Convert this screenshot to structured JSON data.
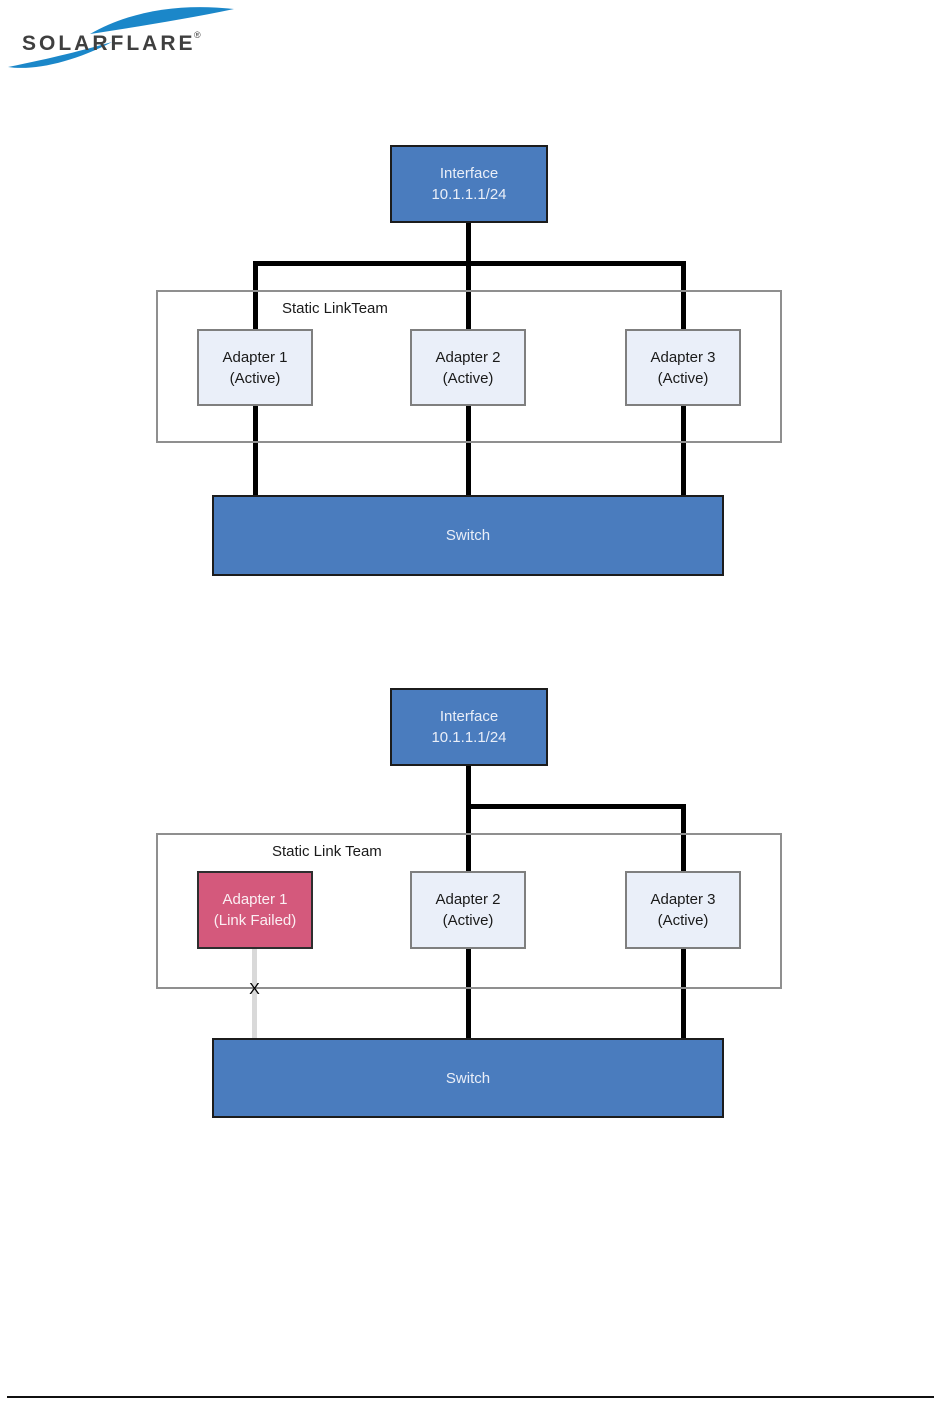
{
  "logo": {
    "brand": "SOLARFLARE",
    "registered": "®"
  },
  "colors": {
    "node_blue": "#4a7cbe",
    "node_blue_border": "#1c1c1c",
    "adapter_fill": "#eaeff9",
    "adapter_border": "#7f7f7f",
    "failed_fill": "#d4597c",
    "team_border": "#8f8f8f",
    "connector_black": "#000000",
    "failed_link_gray": "#d9d9d9",
    "logo_wave_blue": "#1b87c9",
    "logo_text": "#3f3f3f"
  },
  "diagram1": {
    "interface": {
      "line1": "Interface",
      "line2": "10.1.1.1/24"
    },
    "team_label": "Static LinkTeam",
    "adapters": [
      {
        "name": "Adapter 1",
        "status": "(Active)"
      },
      {
        "name": "Adapter 2",
        "status": "(Active)"
      },
      {
        "name": "Adapter 3",
        "status": "(Active)"
      }
    ],
    "switch_label": "Switch"
  },
  "diagram2": {
    "interface": {
      "line1": "Interface",
      "line2": "10.1.1.1/24"
    },
    "team_label": "Static Link Team",
    "adapters": [
      {
        "name": "Adapter 1",
        "status": "(Link Failed)"
      },
      {
        "name": "Adapter 2",
        "status": "(Active)"
      },
      {
        "name": "Adapter 3",
        "status": "(Active)"
      }
    ],
    "switch_label": "Switch",
    "failed_link_marker": "X"
  }
}
